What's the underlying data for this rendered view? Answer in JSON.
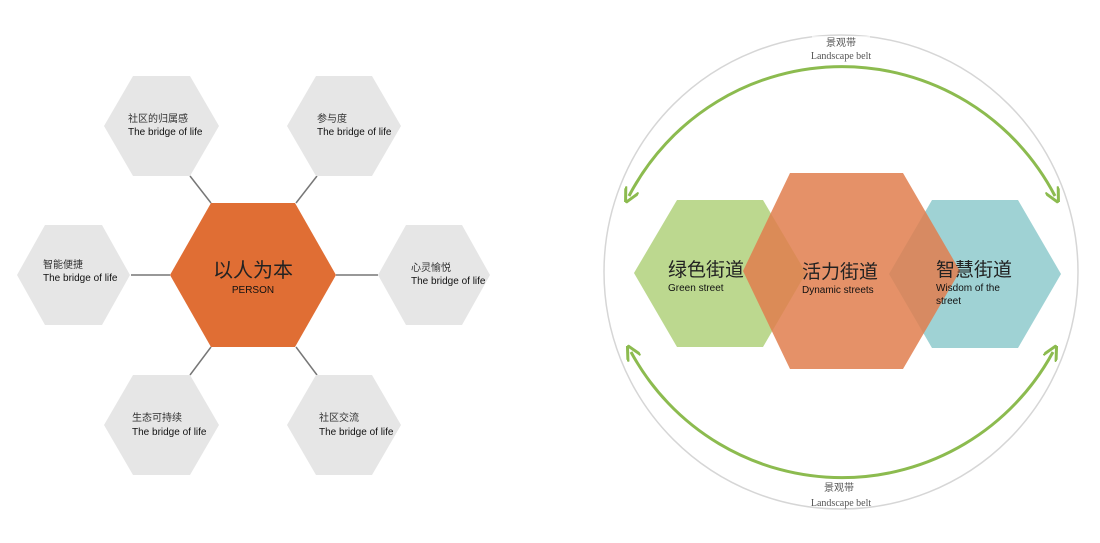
{
  "left_diagram": {
    "center": {
      "title": "以人为本",
      "subtitle": "PERSON",
      "color": "#e06e34"
    },
    "satellite_color": "#e6e6e6",
    "satellites": [
      {
        "title": "社区的归属感",
        "subtitle": "The bridge of life"
      },
      {
        "title": "参与度",
        "subtitle": "The bridge of life"
      },
      {
        "title": "智能便捷",
        "subtitle": "The bridge of life"
      },
      {
        "title": "心灵愉悦",
        "subtitle": "The bridge of life"
      },
      {
        "title": "生态可持续",
        "subtitle": "The bridge of life"
      },
      {
        "title": "社区交流",
        "subtitle": "The bridge of life"
      }
    ]
  },
  "right_diagram": {
    "belt_top": {
      "title": "景观带",
      "subtitle": "Landscape belt"
    },
    "belt_bottom": {
      "title": "景观带",
      "subtitle": "Landscape belt"
    },
    "arrow_color": "#8cbb4f",
    "streets": [
      {
        "title": "绿色街道",
        "subtitle": "Green street",
        "color": "#bcd88f"
      },
      {
        "title": "活力街道",
        "subtitle": "Dynamic streets",
        "color": "#e58a5c"
      },
      {
        "title": "智慧街道",
        "subtitle_line1": "Wisdom of the",
        "subtitle_line2": "street",
        "color": "#9fd2d4"
      }
    ]
  }
}
